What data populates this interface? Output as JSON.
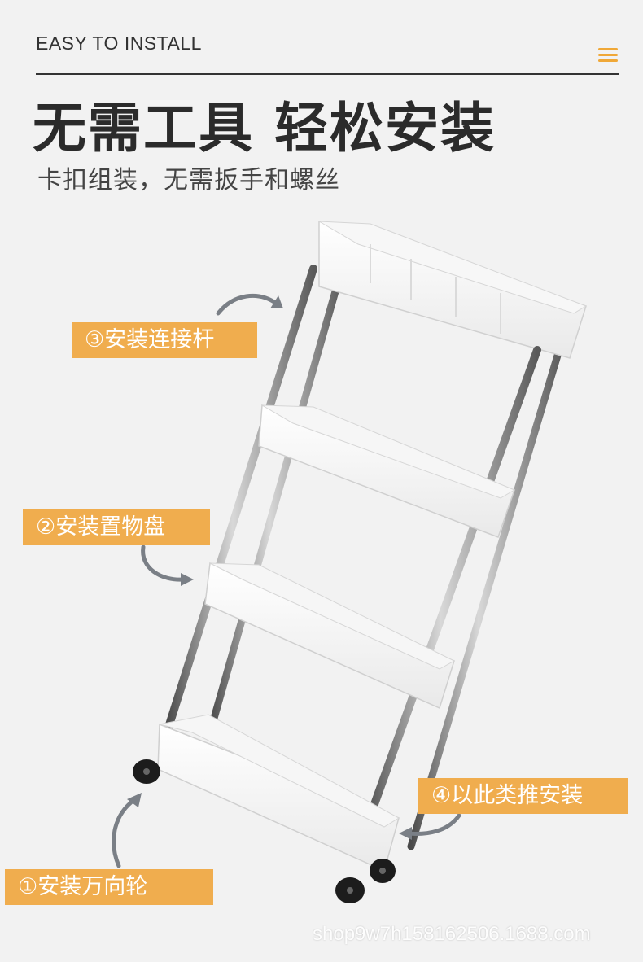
{
  "header": {
    "eyebrow": "EASY TO INSTALL",
    "title": "无需工具 轻松安装",
    "subtitle": "卡扣组装，无需扳手和螺丝"
  },
  "steps": [
    {
      "label": "③安装连接杆"
    },
    {
      "label": "②安装置物盘"
    },
    {
      "label": "④以此类推安装"
    },
    {
      "label": "①安装万向轮"
    }
  ],
  "watermark": "shop9w7h158162506.1688.com",
  "colors": {
    "background": "#f2f2f2",
    "accent": "#f0ad4e",
    "title": "#2b2b2b",
    "arrow": "#7a7f86"
  }
}
